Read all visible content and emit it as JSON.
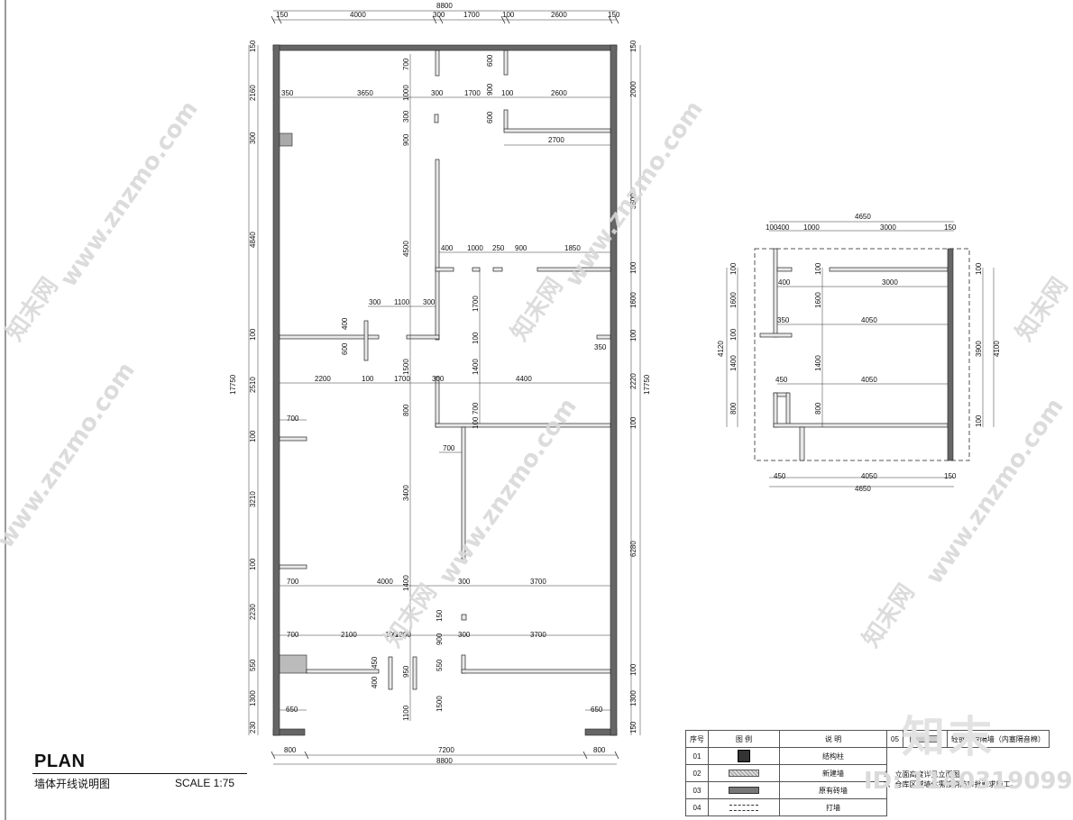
{
  "plan": {
    "title": "PLAN",
    "subtitle": "墙体开线说明图",
    "scale": "SCALE 1:75"
  },
  "watermark": {
    "text": "www.znzmo.com",
    "brand": "知末网",
    "logo": "知末",
    "id": "ID: 1140319099"
  },
  "main_dims": {
    "top": [
      "150",
      "4000",
      "300",
      "1700",
      "100",
      "2600",
      "150"
    ],
    "top_total": "8800",
    "bottom": [
      "800",
      "7200",
      "800"
    ],
    "bottom_total": "8800",
    "left_outer": "17750",
    "right_outer": "17750",
    "left_segments": [
      "150",
      "2160",
      "300",
      "4840",
      "100",
      "2510",
      "100",
      "3210",
      "100",
      "2230",
      "550",
      "1300",
      "230"
    ],
    "right_segments": [
      "150",
      "2000",
      "3500",
      "100",
      "1600",
      "100",
      "2220",
      "100",
      "6280",
      "100",
      "1300",
      "150"
    ]
  },
  "inner_dims": {
    "r1": [
      "350",
      "3650",
      "300",
      "1700",
      "100",
      "2600"
    ],
    "r1_v": [
      "700",
      "600",
      "1000",
      "900",
      "600",
      "300",
      "900"
    ],
    "r2": [
      "2700"
    ],
    "r3": [
      "400",
      "1000",
      "250",
      "900",
      "1850"
    ],
    "r4": [
      "300",
      "1100",
      "300"
    ],
    "r4_v": [
      "4500",
      "400",
      "600",
      "1700",
      "100",
      "350"
    ],
    "r5": [
      "2200",
      "100",
      "1700",
      "300",
      "4400"
    ],
    "r5_v": [
      "1500",
      "1400",
      "800",
      "100",
      "700"
    ],
    "r6": [
      "700",
      "700"
    ],
    "r6_v": [
      "3400"
    ],
    "r7": [
      "700",
      "4000",
      "300",
      "3700"
    ],
    "r7_v": [
      "1400",
      "150"
    ],
    "r8": [
      "700",
      "2100",
      "100",
      "1800",
      "300",
      "3700"
    ],
    "r8_v": [
      "450",
      "400",
      "950",
      "550",
      "900",
      "1500",
      "1100"
    ],
    "r9": [
      "650",
      "650"
    ]
  },
  "detail_dims": {
    "top": [
      "100",
      "400",
      "1000",
      "3000",
      "150"
    ],
    "top_total": "4650",
    "row1": [
      "400",
      "3000"
    ],
    "row2": [
      "350",
      "4050"
    ],
    "row3": [
      "450",
      "4050"
    ],
    "bottom": [
      "450",
      "4050",
      "150"
    ],
    "bottom_total": "4650",
    "left": [
      "100",
      "1600",
      "100",
      "1400",
      "800"
    ],
    "left_total": "4120",
    "inner_v": [
      "1600",
      "1400",
      "800",
      "100"
    ],
    "right": [
      "100",
      "3900",
      "4100",
      "100"
    ]
  },
  "legend": {
    "headers": [
      "序号",
      "图 例",
      "说 明",
      "05",
      "",
      "轻钢龙骨隔墙（内塞隔音棉）"
    ],
    "rows": [
      {
        "no": "01",
        "symbol": "column",
        "desc": "结构柱"
      },
      {
        "no": "02",
        "symbol": "new-wall",
        "desc": "新建墙"
      },
      {
        "no": "03",
        "symbol": "old-wall",
        "desc": "原有砖墙"
      },
      {
        "no": "04",
        "symbol": "demolish",
        "desc": "打墙"
      }
    ],
    "notes": [
      "1、立面高度详见立面图。",
      "2、仓库区域墙体需按消防审批要求施工。"
    ]
  }
}
